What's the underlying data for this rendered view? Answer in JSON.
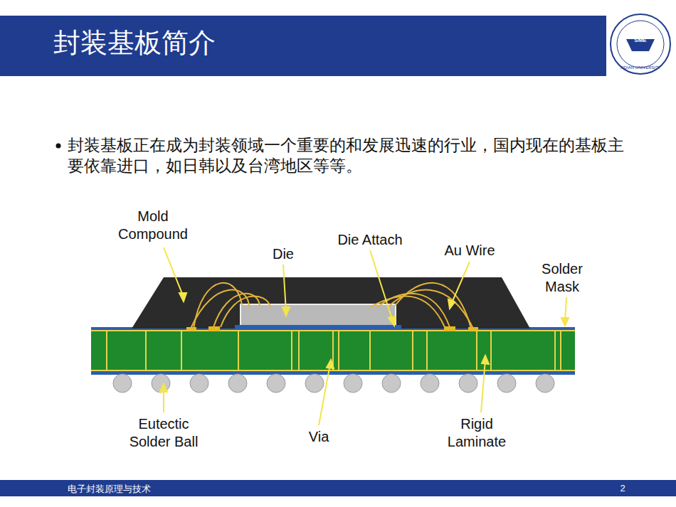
{
  "diagram": {
    "title": "封装基板简介",
    "labels": [
      "封装基板正在成为封装领域一个重要的和发展迅速的行业，国内现在的基板主要依靠进口，如日韩以及台湾地区等等。",
      "Mold Compound",
      "Die",
      "Die Attach",
      "Au Wire",
      "Solder Mask",
      "Eutectic Solder Ball",
      "Via",
      "Rigid Laminate",
      "SME",
      "XIDIAN UNIVERSITY",
      "电子封装原理与技术",
      "2"
    ]
  }
}
